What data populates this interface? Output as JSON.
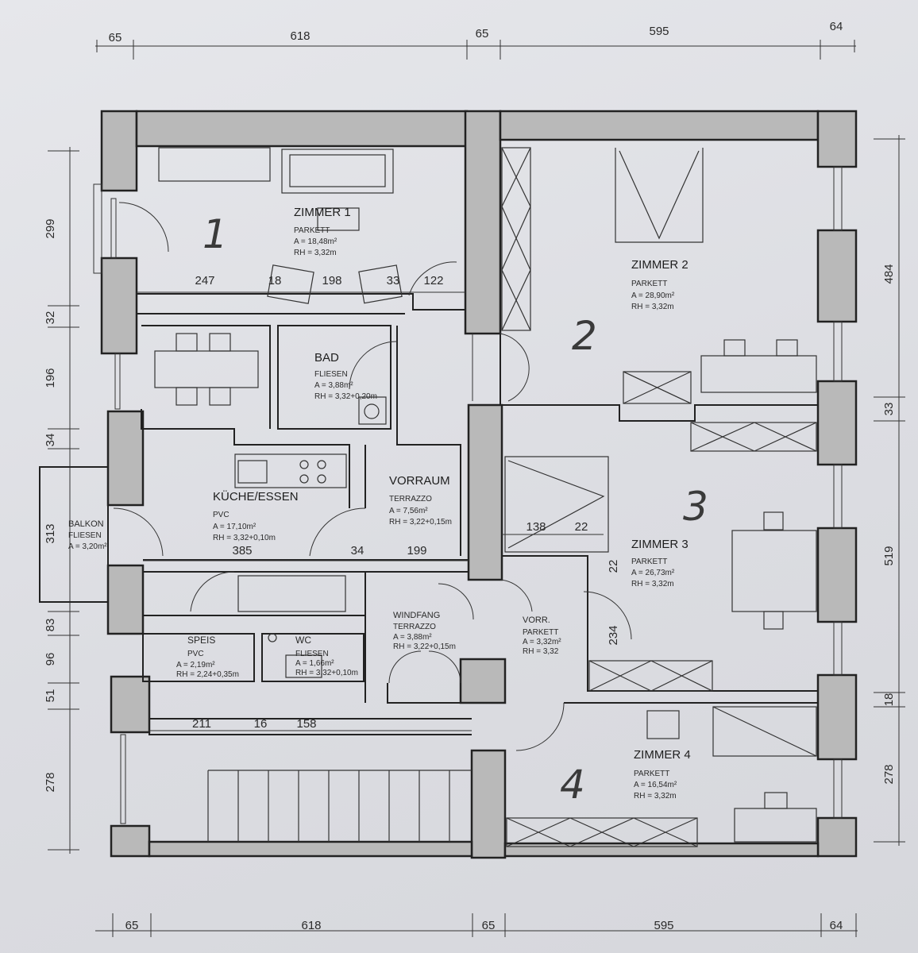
{
  "dimensions": {
    "top": [
      "65",
      "618",
      "65",
      "595",
      "64"
    ],
    "bottom": [
      "65",
      "618",
      "65",
      "595",
      "64"
    ],
    "left": [
      "299",
      "32",
      "196",
      "34",
      "313",
      "83",
      "96",
      "51",
      "278"
    ],
    "right": [
      "484",
      "33",
      "519",
      "18",
      "278"
    ],
    "inner": {
      "z1_247": "247",
      "z1_18": "18",
      "z1_198": "198",
      "z1_33": "33",
      "z1_122": "122",
      "k_385": "385",
      "k_34": "34",
      "k_199": "199",
      "v_138": "138",
      "v_22": "22",
      "z3_22": "22",
      "w_234": "234",
      "s_211": "211",
      "s_16": "16",
      "s_158": "158"
    }
  },
  "rooms": {
    "zimmer1": {
      "name": "ZIMMER 1",
      "floor": "PARKETT",
      "area": "A = 18,48m²",
      "height": "RH = 3,32m",
      "hand": "1"
    },
    "zimmer2": {
      "name": "ZIMMER 2",
      "floor": "PARKETT",
      "area": "A = 28,90m²",
      "height": "RH = 3,32m",
      "hand": "2"
    },
    "zimmer3": {
      "name": "ZIMMER 3",
      "floor": "PARKETT",
      "area": "A = 26,73m²",
      "height": "RH = 3,32m",
      "hand": "3"
    },
    "zimmer4": {
      "name": "ZIMMER 4",
      "floor": "PARKETT",
      "area": "A = 16,54m²",
      "height": "RH = 3,32m",
      "hand": "4"
    },
    "bad": {
      "name": "BAD",
      "floor": "FLIESEN",
      "area": "A = 3,88m²",
      "height": "RH = 3,32+0,20m"
    },
    "kueche": {
      "name": "KÜCHE/ESSEN",
      "floor": "PVC",
      "area": "A = 17,10m²",
      "height": "RH = 3,32+0,10m"
    },
    "vorraum": {
      "name": "VORRAUM",
      "floor": "TERRAZZO",
      "area": "A = 7,56m²",
      "height": "RH = 3,22+0,15m"
    },
    "balkon": {
      "name": "BALKON",
      "floor": "FLIESEN",
      "area": "A = 3,20m²"
    },
    "speis": {
      "name": "SPEIS",
      "floor": "PVC",
      "area": "A = 2,19m²",
      "height": "RH = 2,24+0,35m"
    },
    "wc": {
      "name": "WC",
      "floor": "FLIESEN",
      "area": "A = 1,66m²",
      "height": "RH = 3,32+0,10m"
    },
    "windfang": {
      "name": "WINDFANG",
      "floor": "TERRAZZO",
      "area": "A = 3,88m²",
      "height": "RH = 3,22+0,15m"
    },
    "vorr": {
      "name": "VORR.",
      "floor": "PARKETT",
      "area": "A = 3,32m²",
      "height": "RH = 3,32"
    }
  }
}
